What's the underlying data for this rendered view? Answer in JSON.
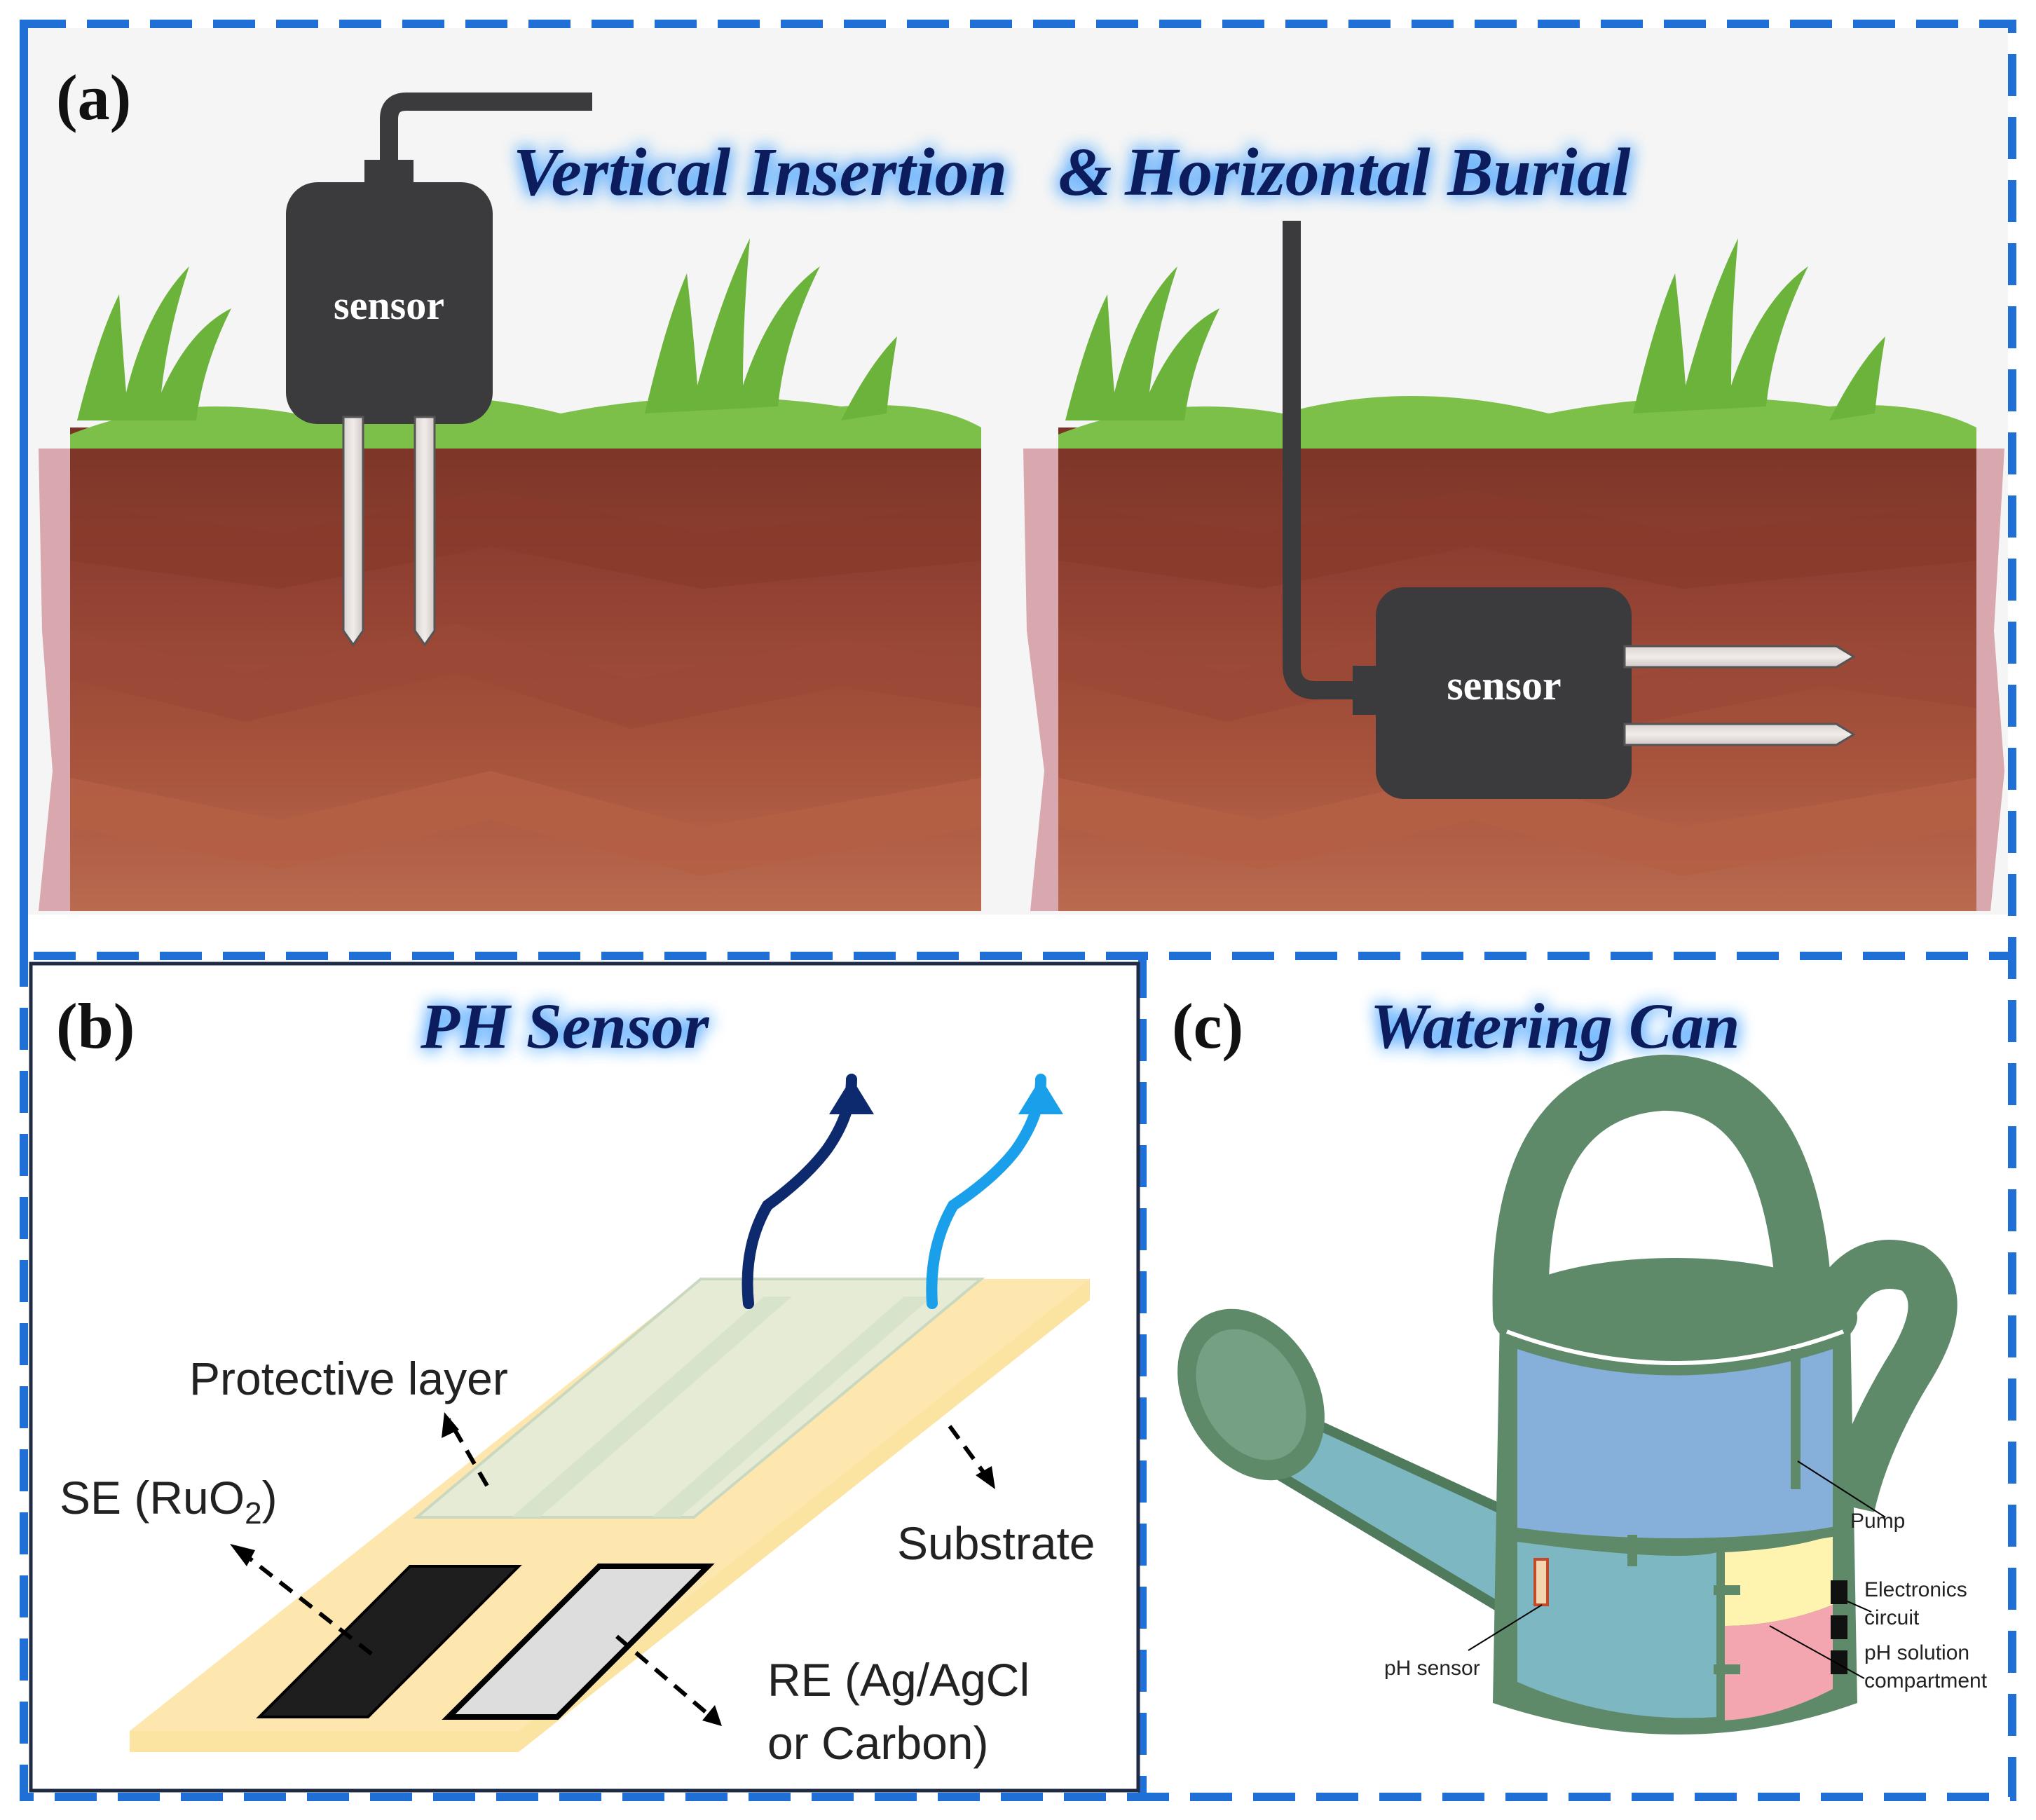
{
  "panel_a": {
    "label": "(a)",
    "title_part1": "Vertical Insertion",
    "title_amp": "&",
    "title_part2": "Horizontal Burial",
    "sensor_left_label": "sensor",
    "sensor_right_label": "sensor"
  },
  "panel_b": {
    "label": "(b)",
    "title": "PH Sensor",
    "protective_layer": "Protective layer",
    "se_label": "SE (RuO",
    "se_sub": "2",
    "se_close": ")",
    "substrate": "Substrate",
    "re_line1": "RE (Ag/AgCl",
    "re_line2": "or Carbon)"
  },
  "panel_c": {
    "label": "(c)",
    "title": "Watering Can",
    "pump": "Pump",
    "electronics_line1": "Electronics",
    "electronics_line2": "circuit",
    "ph_sensor": "pH sensor",
    "ph_solution_line1": "pH solution",
    "ph_solution_line2": "compartment"
  },
  "colors": {
    "frame_blue": "#1f6fd6",
    "title_navy": "#0a1f5c",
    "sensor_body": "#3b3b3d",
    "soil_top": "#8b3a2b",
    "soil_mid": "#a34a34",
    "soil_low": "#b86048",
    "grass": "#7cc04a",
    "substrate": "#fbe3a2",
    "can_green": "#5e8a6a",
    "can_blue": "#86b0d9",
    "can_teal": "#7db7c2",
    "compartment_yellow": "#fff3b0",
    "compartment_pink": "#f4a6b0"
  }
}
